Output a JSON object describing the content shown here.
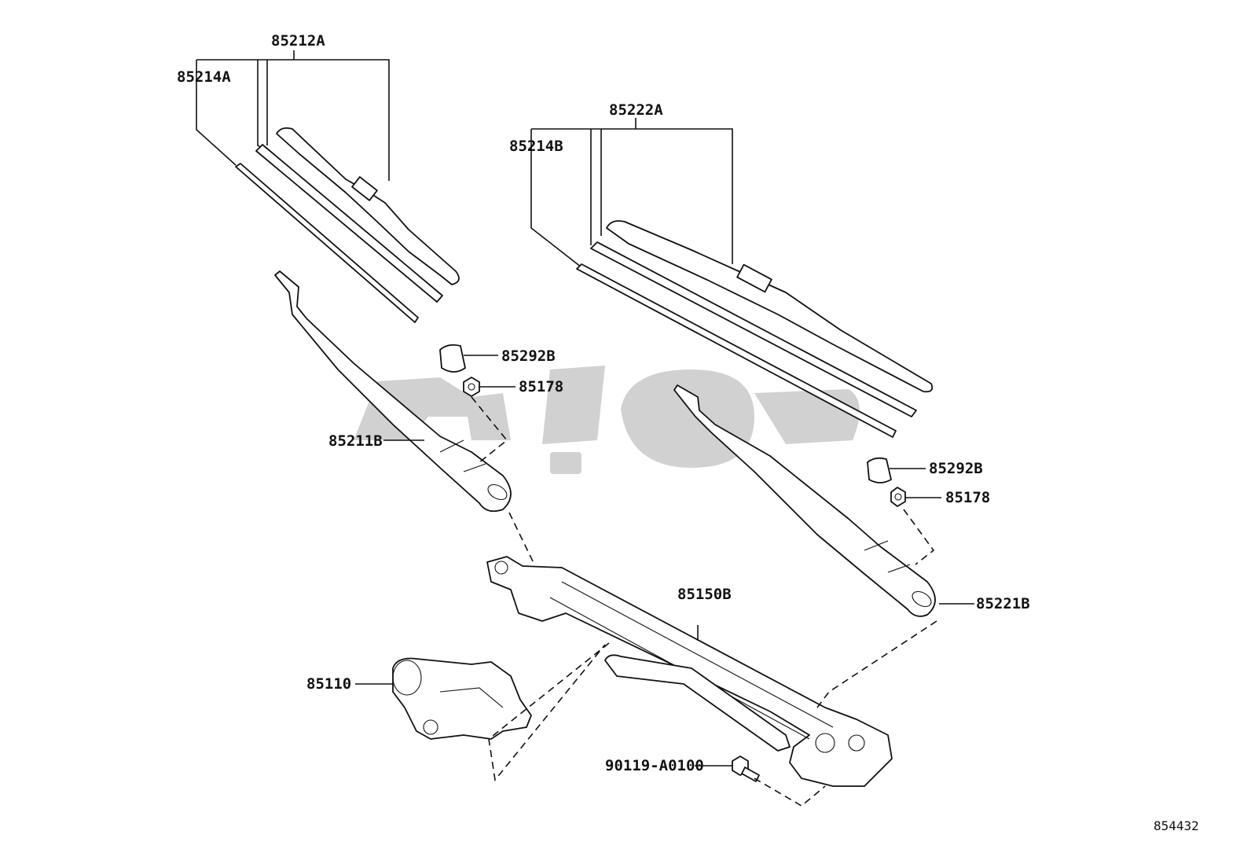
{
  "labels": {
    "blade_front": "85212A",
    "rubber_front": "85214A",
    "blade_rear": "85222A",
    "rubber_rear": "85214B",
    "cap_left": "85292B",
    "nut_left": "85178",
    "arm_left": "85211B",
    "cap_right": "85292B",
    "nut_right": "85178",
    "arm_right": "85221B",
    "link_assembly": "85150B",
    "motor": "85110",
    "bolt": "90119-A0100"
  },
  "diagram_code": "854432",
  "colors": {
    "line": "#111111",
    "watermark": "#c9c9c9",
    "background": "#ffffff"
  }
}
